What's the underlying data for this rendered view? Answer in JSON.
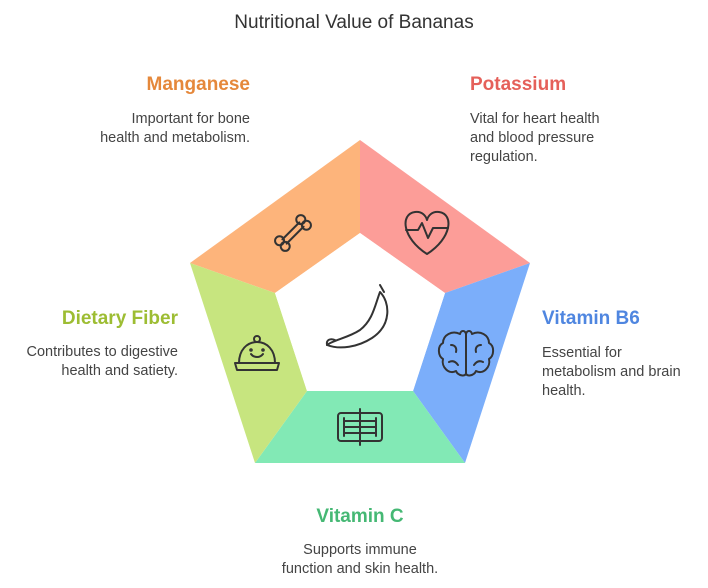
{
  "title": "Nutritional Value of Bananas",
  "colors": {
    "manganese": "#FDB47B",
    "potassium": "#FC9D98",
    "vitamin_b6": "#7BAEFA",
    "vitamin_c": "#82E9B5",
    "dietary_fiber": "#C7E57F",
    "manganese_text": "#E5883B",
    "potassium_text": "#E5605A",
    "vitamin_b6_text": "#4F86E0",
    "vitamin_c_text": "#45B874",
    "dietary_fiber_text": "#9DBD33"
  },
  "segments": {
    "manganese": {
      "heading": "Manganese",
      "desc": [
        "Important for bone",
        "health and metabolism."
      ],
      "icon": "bone-icon"
    },
    "potassium": {
      "heading": "Potassium",
      "desc": [
        "Vital for heart health",
        "and blood pressure",
        "regulation."
      ],
      "icon": "heart-pulse-icon"
    },
    "vitamin_b6": {
      "heading": "Vitamin B6",
      "desc": [
        "Essential for",
        "metabolism and brain",
        "health."
      ],
      "icon": "brain-icon"
    },
    "vitamin_c": {
      "heading": "Vitamin C",
      "desc": [
        "Supports immune",
        "function and skin health."
      ],
      "icon": "x-ray-icon"
    },
    "dietary_fiber": {
      "heading": "Dietary Fiber",
      "desc": [
        "Contributes to digestive",
        "health and satiety."
      ],
      "icon": "food-cloche-icon"
    }
  },
  "center_icon": "banana-icon"
}
